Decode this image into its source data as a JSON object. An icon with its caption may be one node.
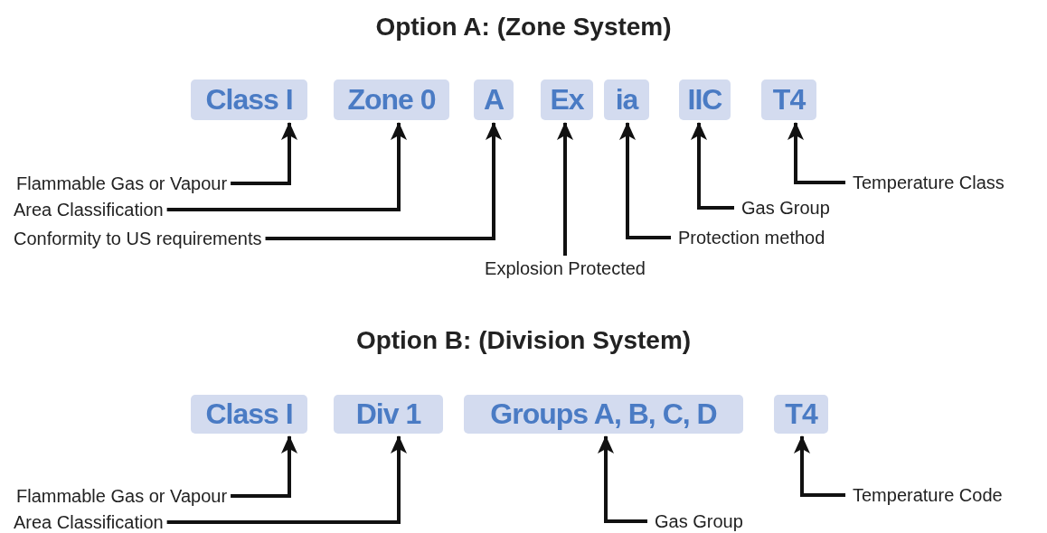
{
  "diagram": {
    "nodes": [
      {
        "text": [
          "Class I"
        ]
      },
      {
        "text": [
          "Zone 0"
        ]
      },
      {
        "text": [
          "A"
        ]
      },
      {
        "text": [
          "Ex"
        ]
      },
      {
        "text": [
          "ia"
        ]
      },
      {
        "text": [
          "IIC"
        ]
      },
      {
        "text": [
          "T4"
        ]
      },
      {
        "text": [
          "Flammable Gas or Vapour"
        ]
      },
      {
        "text": [
          "Area Classification"
        ]
      },
      {
        "text": [
          "Conformity to US requirements"
        ]
      },
      {
        "text": [
          "Explosion Protected"
        ]
      },
      {
        "text": [
          "Protection method"
        ]
      },
      {
        "text": [
          "Gas Group"
        ]
      },
      {
        "text": [
          "Temperature Class"
        ]
      },
      {
        "text": [
          "Class I"
        ]
      },
      {
        "text": [
          "Div 1"
        ]
      },
      {
        "text": [
          "Groups A, B, C, D"
        ]
      },
      {
        "text": [
          "T4"
        ]
      },
      {
        "text": [
          "Flammable Gas or Vapour"
        ]
      },
      {
        "text": [
          "Area Classification"
        ]
      },
      {
        "text": [
          "Gas Group"
        ]
      },
      {
        "text": [
          "Temperature Code"
        ]
      }
    ],
    "edges": [
      {
        "from": 7,
        "to": 0,
        "arrow": "to"
      },
      {
        "from": 8,
        "to": 1,
        "arrow": "to"
      },
      {
        "from": 9,
        "to": 2,
        "arrow": "to"
      },
      {
        "from": 10,
        "to": 3,
        "arrow": "to"
      },
      {
        "from": 11,
        "to": 4,
        "arrow": "to"
      },
      {
        "from": 12,
        "to": 5,
        "arrow": "to"
      },
      {
        "from": 13,
        "to": 6,
        "arrow": "to"
      },
      {
        "from": 18,
        "to": 14,
        "arrow": "to"
      },
      {
        "from": 19,
        "to": 15,
        "arrow": "to"
      },
      {
        "from": 20,
        "to": 16,
        "arrow": "to"
      },
      {
        "from": 21,
        "to": 17,
        "arrow": "to"
      }
    ],
    "labels": [
      "Option A: (Zone System)",
      "Option B: (Division System)"
    ]
  }
}
